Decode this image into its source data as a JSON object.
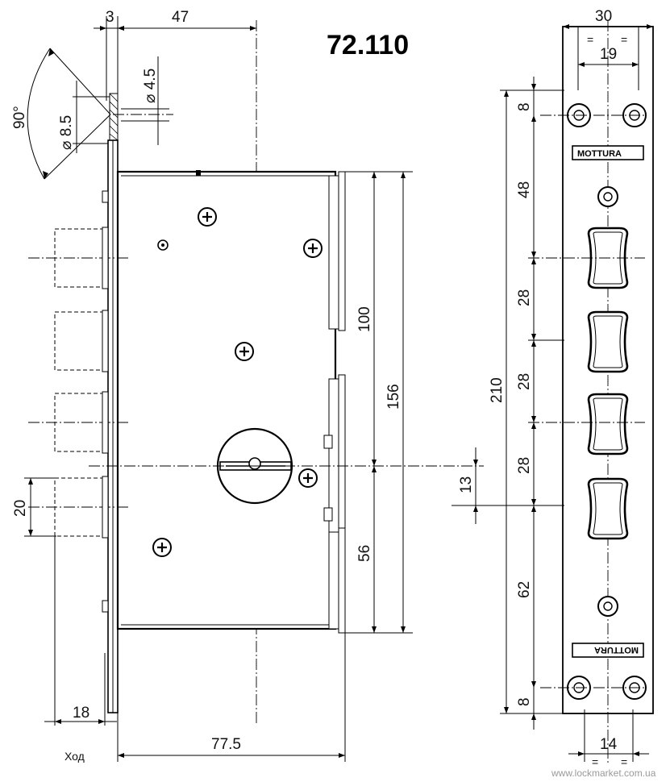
{
  "title": "72.110",
  "brand": "MOTTURA",
  "watermark": "www.lockmarket.com.ua",
  "stroke_label": "Ход",
  "dimensions": {
    "faceplate_thickness": "3",
    "backset": "47",
    "spindle_angle": "90°",
    "hole_diameter_large": "⌀ 8.5",
    "hole_diameter_small": "⌀ 4.5",
    "body_height_upper": "100",
    "body_height_total": "156",
    "body_height_lower": "56",
    "bolt_height": "20",
    "bolt_throw": "18",
    "body_depth": "77.5",
    "offset": "13",
    "plate_width": "30",
    "plate_inner": "19",
    "plate_length": "210",
    "seg_top": "8",
    "seg_48": "48",
    "seg_28a": "28",
    "seg_28b": "28",
    "seg_28c": "28",
    "seg_62": "62",
    "seg_bottom": "8",
    "plate_bottom_width": "14",
    "equal_mark": "="
  }
}
